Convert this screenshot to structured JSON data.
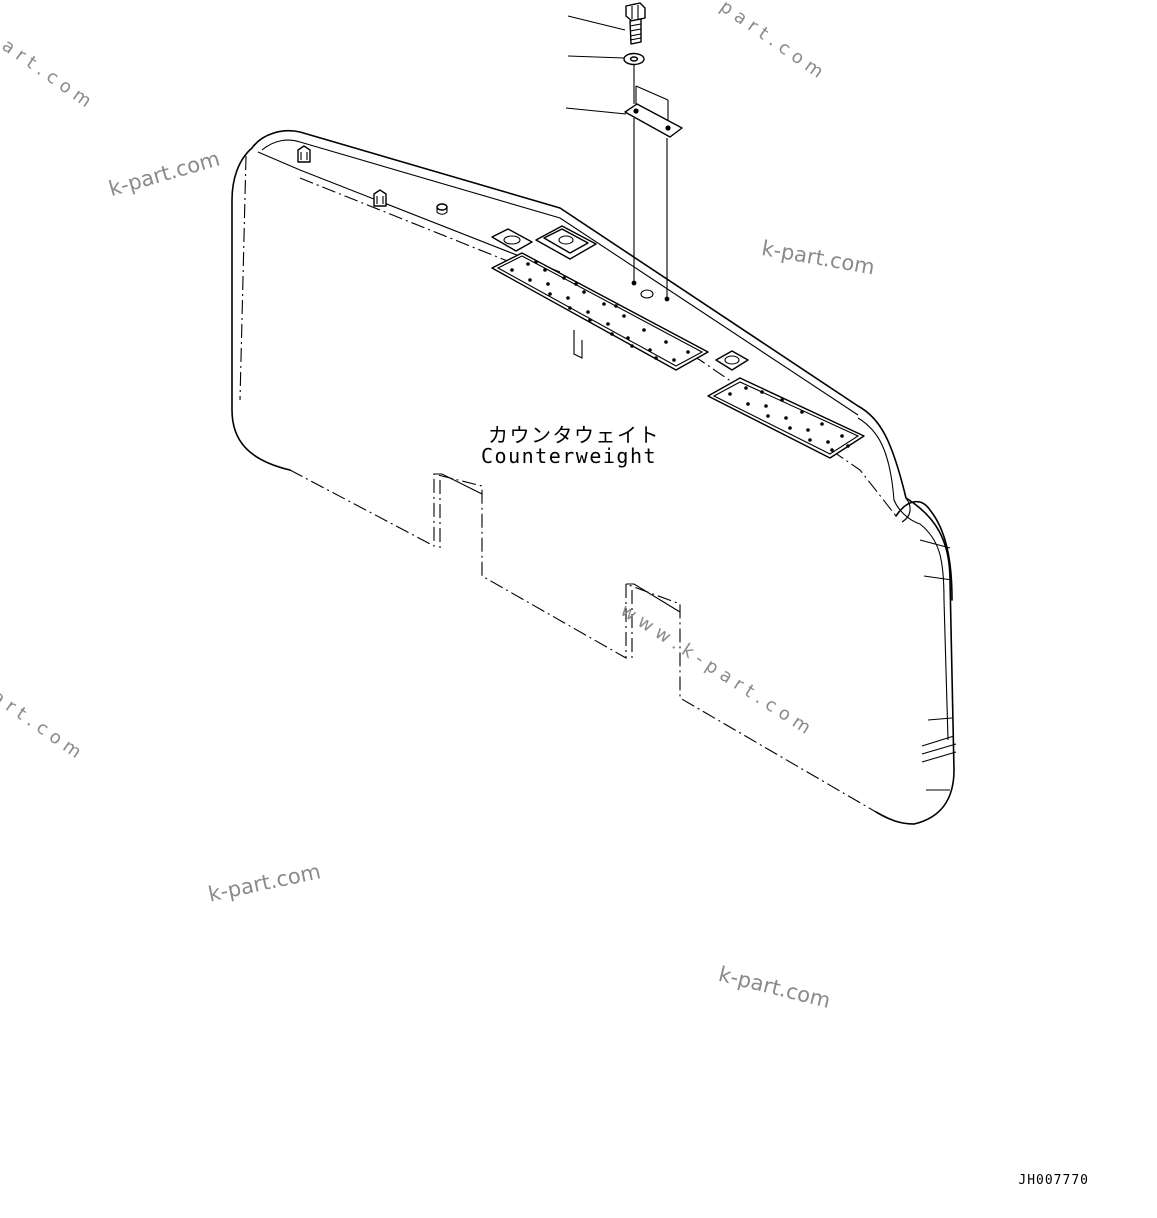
{
  "part": {
    "name_jp": "カウンタウェイト",
    "name_en": "Counterweight"
  },
  "drawing_id": "JH007770",
  "watermarks": {
    "domain": "k-part.com",
    "url_spaced": "w w w . k - p a r t . c o m",
    "url_fragment_top_left": "a r t . c o m",
    "url_fragment_top_right": "p a r t . c o m",
    "url_fragment_left": "a r t . c o m"
  },
  "callouts": [
    {
      "item": "bolt"
    },
    {
      "item": "washer"
    },
    {
      "item": "plate"
    }
  ]
}
